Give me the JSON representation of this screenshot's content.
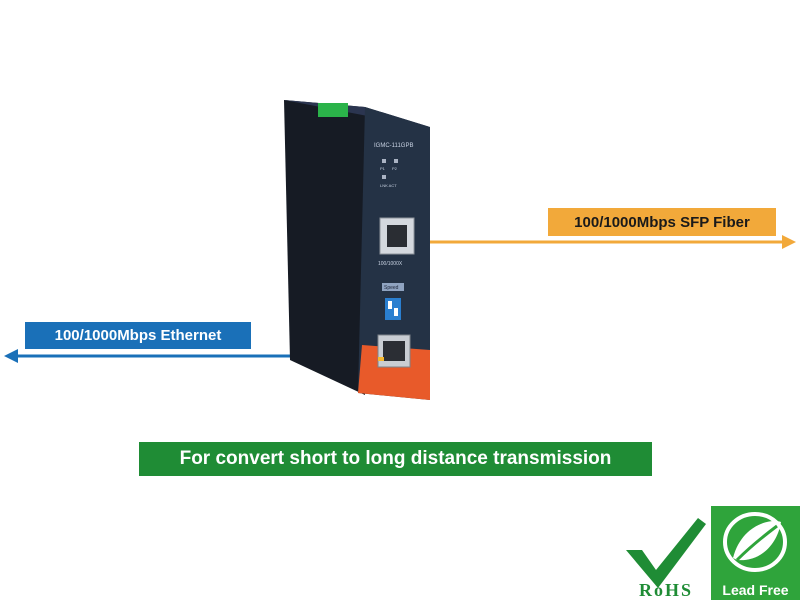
{
  "labels": {
    "fiber": "100/1000Mbps SFP Fiber",
    "ethernet": "100/1000Mbps Ethernet"
  },
  "caption": "For convert short to long distance transmission",
  "device": {
    "model": "IGMC-111GPB",
    "led_p1": "P1",
    "led_p2": "P2",
    "led_link": "LNK ACT",
    "sfp_label": "100/1000X",
    "speed_label": "Speed"
  },
  "badges": {
    "rohs": "RoHS",
    "lead_free": "Lead Free"
  },
  "colors": {
    "fiber_orange": "#f2a93a",
    "ethernet_blue": "#1a70b8",
    "caption_green": "#1f8c35",
    "device_body": "#1d2330",
    "device_front": "#243245"
  }
}
